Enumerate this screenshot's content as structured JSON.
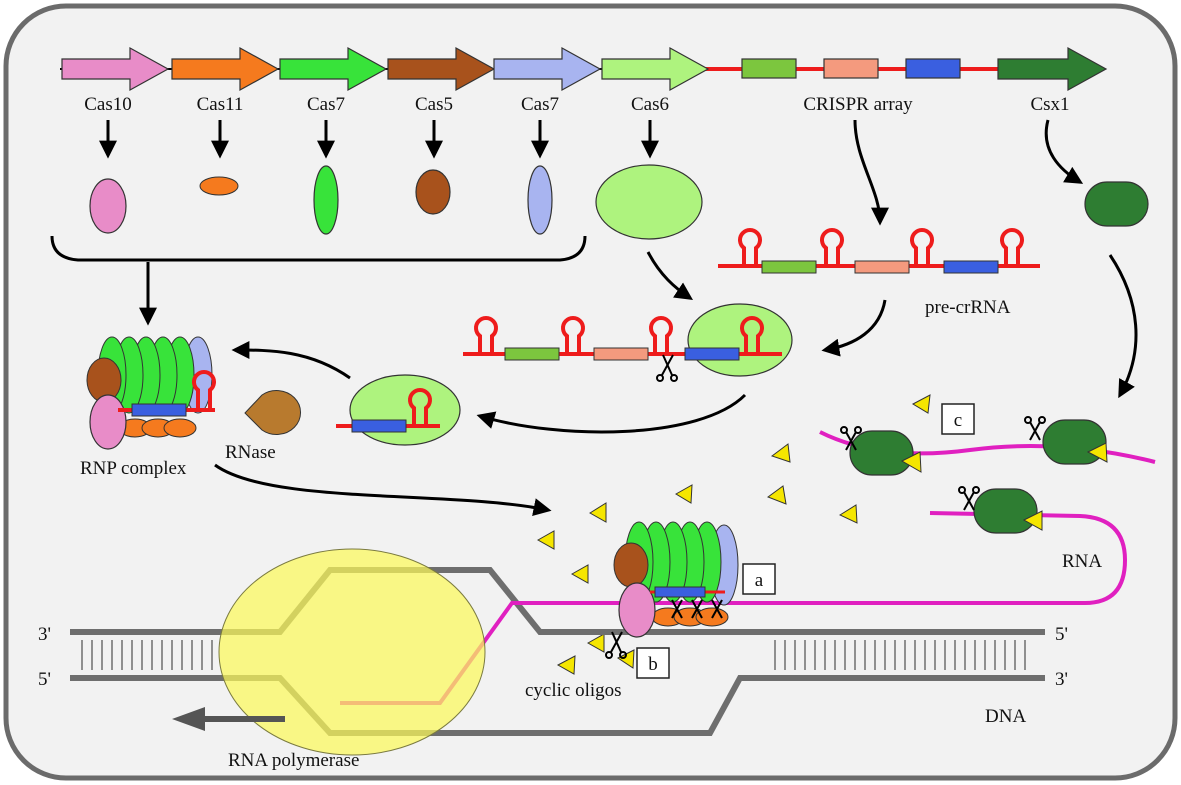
{
  "genes": {
    "cas10": "Cas10",
    "cas11": "Cas11",
    "cas7a": "Cas7",
    "cas5": "Cas5",
    "cas7b": "Cas7",
    "cas6": "Cas6",
    "crispr": "CRISPR array",
    "csx1": "Csx1"
  },
  "labels": {
    "pre_crrna": "pre-crRNA",
    "rnp_complex": "RNP complex",
    "rnase": "RNase",
    "rna": "RNA",
    "dna": "DNA",
    "cyclic_oligos": "cyclic oligos",
    "rna_polymerase": "RNA polymerase"
  },
  "strand_ends": {
    "left_top": "3'",
    "left_bottom": "5'",
    "right_top": "5'",
    "right_bottom": "3'"
  },
  "boxes": {
    "a": "a",
    "b": "b",
    "c": "c"
  },
  "colors": {
    "cas10": "#e88cc8",
    "cas11": "#f57a1e",
    "cas7": "#38e33a",
    "cas5": "#a8521c",
    "cas7b": "#a8b4f0",
    "cas6": "#aef37e",
    "csx1": "#2e7d32",
    "crrna": "#ee1c1c",
    "rna": "#e020c0",
    "dna": "#6e6e6e",
    "polymerase": "#fbf85a",
    "oligo": "#f5e600"
  }
}
